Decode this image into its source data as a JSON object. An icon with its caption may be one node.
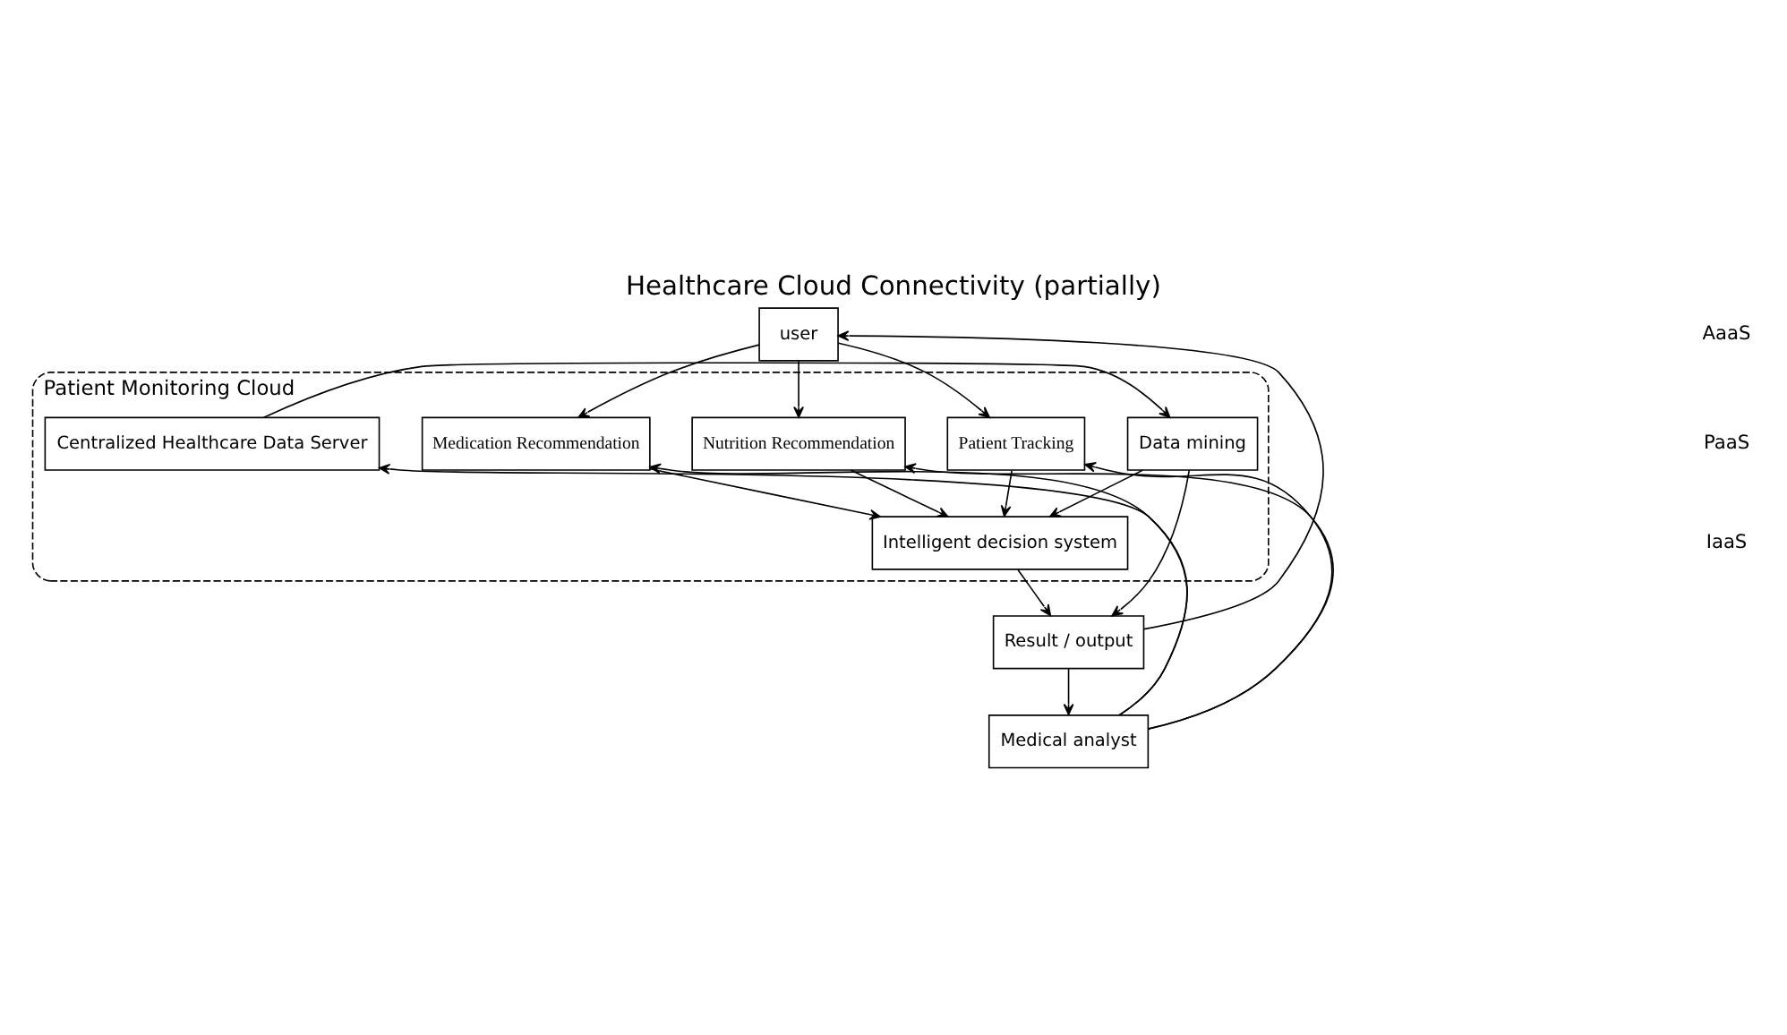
{
  "diagram": {
    "title": "Healthcare Cloud Connectivity (partially)",
    "nodes": [
      {
        "text": [
          "Patient Monitoring Cloud"
        ]
      },
      {
        "text": [
          "user"
        ]
      },
      {
        "text": [
          "Medication Recommendation"
        ],
        "in": 0
      },
      {
        "text": [
          "Patient Tracking"
        ],
        "in": 0
      },
      {
        "text": [
          "Nutrition Recommendation"
        ],
        "in": 0
      },
      {
        "text": [
          "Intelligent decision system"
        ],
        "in": 0
      },
      {
        "text": [
          "Data mining"
        ],
        "in": 0
      },
      {
        "text": [
          "Centralized Healthcare Data Server"
        ],
        "in": 0
      },
      {
        "text": [
          "Result / output"
        ]
      },
      {
        "text": [
          "Medical analyst"
        ]
      }
    ],
    "edges": [
      {
        "from": 1,
        "to": 2,
        "arrow": "to"
      },
      {
        "from": 1,
        "to": 3,
        "arrow": "to"
      },
      {
        "from": 1,
        "to": 4,
        "arrow": "to"
      },
      {
        "from": 2,
        "to": 5,
        "arrow": "to"
      },
      {
        "from": 3,
        "to": 5,
        "arrow": "to"
      },
      {
        "from": 4,
        "to": 5,
        "arrow": "to"
      },
      {
        "from": 6,
        "to": 5,
        "arrow": "to"
      },
      {
        "from": 7,
        "to": 6,
        "arrow": "to"
      },
      {
        "from": 6,
        "to": 8,
        "arrow": "to"
      },
      {
        "from": 5,
        "to": 8,
        "arrow": "to"
      },
      {
        "from": 9,
        "to": 3,
        "arrow": "to"
      },
      {
        "from": 9,
        "to": 2,
        "arrow": "to"
      },
      {
        "from": 9,
        "to": 7,
        "arrow": "to"
      },
      {
        "from": 9,
        "to": 4,
        "arrow": "to"
      },
      {
        "from": 8,
        "to": 1,
        "arrow": "to"
      },
      {
        "from": 8,
        "to": 9,
        "arrow": "to"
      }
    ],
    "labels": [
      "AaaS",
      "PaaS",
      "IaaS"
    ]
  }
}
